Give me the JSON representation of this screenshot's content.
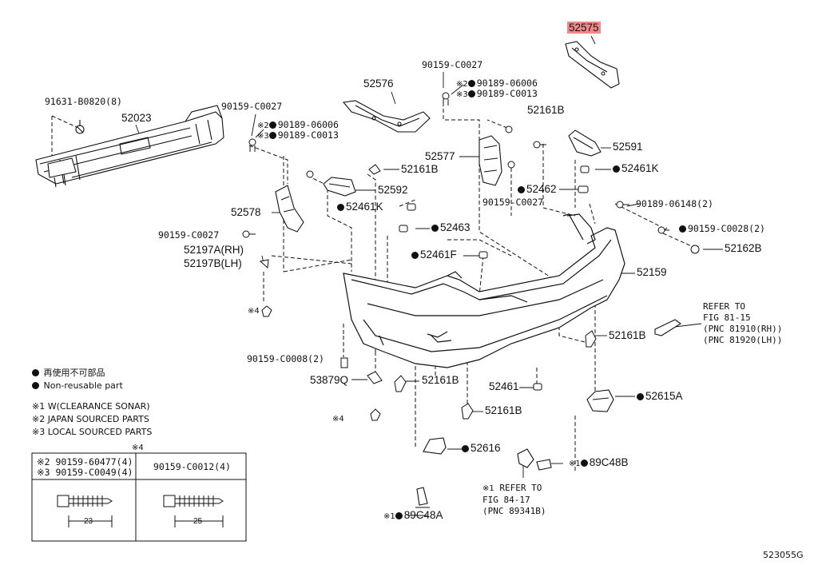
{
  "figure_id": "523055G",
  "callouts": {
    "p52575": "52575",
    "p52576": "52576",
    "p52023": "52023",
    "p52577": "52577",
    "p52591": "52591",
    "p52578": "52578",
    "p52592": "52592",
    "p52159": "52159",
    "p52616": "52616",
    "p52615A": "52615A",
    "p52461K_a": "52461K",
    "p52461K_b": "52461K",
    "p52462": "52462",
    "p52463": "52463",
    "p52461F": "52461F",
    "p52461": "52461",
    "p52161B_a": "52161B",
    "p52161B_b": "52161B",
    "p52161B_c": "52161B",
    "p52161B_d": "52161B",
    "p52161B_e": "52161B",
    "p52162B": "52162B",
    "p53879Q": "53879Q",
    "p91631": "91631-B0820(8)",
    "p90159_top": "90159-C0027",
    "p90159_left": "90159-C0027",
    "p90159_mid": "90159-C0027",
    "p90159_low": "90159-C0027",
    "p90189_06006_a": "90189-06006",
    "p90189_C0013_a": "90189-C0013",
    "p90189_06006_b": "90189-06006",
    "p90189_C0013_b": "90189-C0013",
    "p90189_06148": "90189-06148(2)",
    "p90159_C0028": "90159-C0028(2)",
    "p90159_C0008": "90159-C0008(2)",
    "p52197A": "52197A(RH)",
    "p52197B": "52197B(LH)",
    "p89C48B": "89C48B",
    "p89C48A": "89C48A"
  },
  "marks": {
    "m1": "※1",
    "m2": "※2",
    "m3": "※3",
    "m4": "※4"
  },
  "refer_fig81": "REFER TO\nFIG 81-15\n(PNC 81910(RH))\n(PNC 81920(LH))",
  "refer_fig84": "REFER TO\nFIG 84-17\n(PNC 89341B)",
  "legend": {
    "reuse_jp": "再使用不可部品",
    "reuse_en": "Non-reusable part",
    "note1": "※1 W(CLEARANCE SONAR)",
    "note2": "※2 JAPAN SOURCED PARTS",
    "note3": "※3 LOCAL SOURCED PARTS"
  },
  "table": {
    "header_mark": "※4",
    "col1_line1": "※2 90159-60477(4)",
    "col1_line2": "※3 90159-C0049(4)",
    "col2": "90159-C0012(4)",
    "dim1": "23",
    "dim2": "25"
  }
}
